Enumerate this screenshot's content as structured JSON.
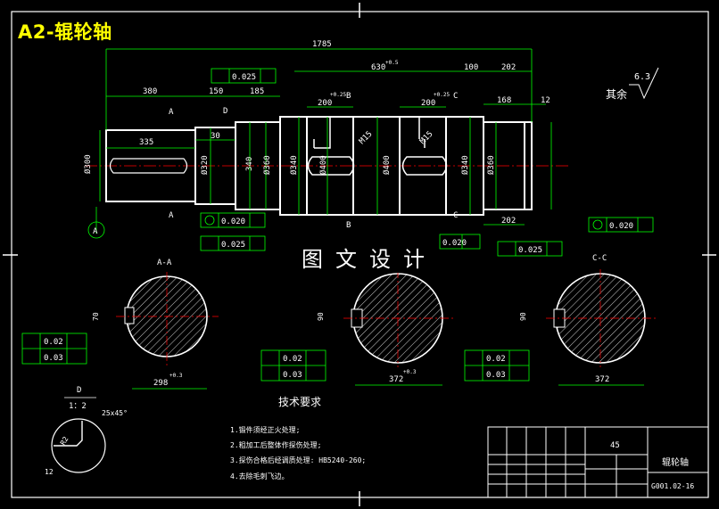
{
  "header": {
    "title": "A2-辊轮轴"
  },
  "watermark": "图文设计",
  "dimensions": {
    "total_length": "1785",
    "d630": "630",
    "d630_tol": "+0.5",
    "d100": "100",
    "d202_top": "202",
    "d380": "380",
    "d150": "150",
    "d185": "185",
    "d200a": "200",
    "d200b": "200",
    "d200_tol": "+0.25",
    "d168": "168",
    "d12": "12",
    "d335": "335",
    "d30": "30",
    "d202_bottom": "202",
    "dia300": "Ø300",
    "dia320": "Ø320",
    "dia340a": "340",
    "dia360a": "Ø360",
    "dia340b": "Ø340",
    "dia400a": "Ø400",
    "dia400b": "Ø400",
    "dia340c": "Ø340",
    "dia360b": "Ø360",
    "m15a": "M15",
    "m15b": "M15"
  },
  "section_labels": {
    "aa": "A-A",
    "cc": "C-C",
    "a": "A",
    "b": "B",
    "c": "C",
    "d": "D"
  },
  "roughness": {
    "label": "其余",
    "value": "6.3"
  },
  "tolerances": {
    "top_runout": "0.025",
    "conc_left": "0.020",
    "perp_left": "0.025",
    "conc_right": "0.020",
    "mid_right": "0.020",
    "perp_right": "0.025",
    "sym_1": "0.02",
    "par_1": "0.03",
    "sym_2": "0.02",
    "par_2": "0.03",
    "sym_3": "0.02",
    "par_3": "0.03",
    "datum": "A"
  },
  "sections": {
    "dim1": "298",
    "dim1_tol": "+0.3",
    "dim2": "372",
    "dim2_tol": "+0.3",
    "dim3": "372",
    "key_w1": "70",
    "key_w2": "90",
    "key_w3": "90"
  },
  "detail": {
    "label": "D",
    "scale": "1：2",
    "chamfer": "25x45°",
    "r2": "R2",
    "w12": "12"
  },
  "tech": {
    "heading": "技术要求",
    "items": [
      "1.锻件须经正火处理;",
      "2.粗加工后整体作探伤处理;",
      "3.探伤合格后经调质处理: HB5240-260;",
      "4.去除毛刺飞边。"
    ]
  },
  "titleblock": {
    "material": "45",
    "name": "辊轮轴",
    "code": "G001.02-16"
  },
  "colors": {
    "bg": "#000000",
    "part": "#ffffff",
    "dim": "#00ff00",
    "center": "#ff0000",
    "hatch": "#ffffff",
    "title": "#ffff00"
  }
}
